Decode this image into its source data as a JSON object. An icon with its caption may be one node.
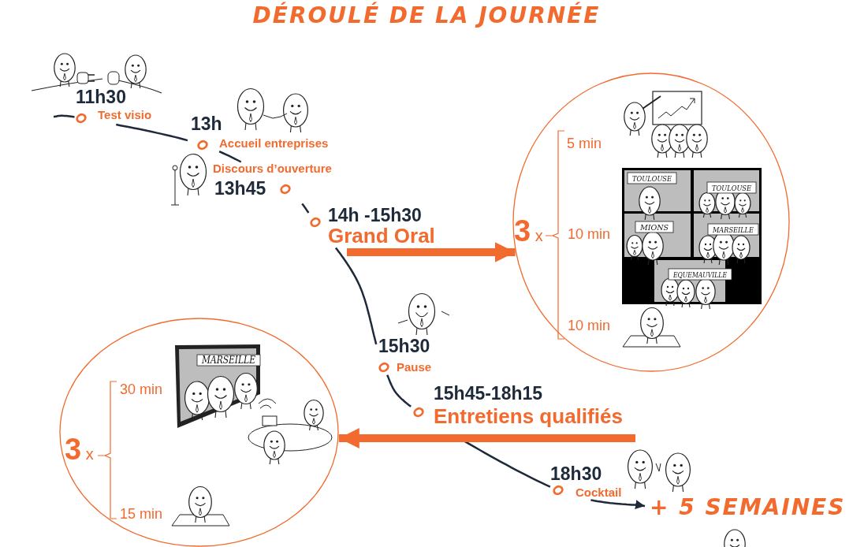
{
  "diagram": {
    "title": "DÉROULÉ DE LA JOURNÉE",
    "nodes": [
      {
        "text": [
          "11h30",
          "Test visio"
        ]
      },
      {
        "text": [
          "13h",
          "Accueil entreprises"
        ]
      },
      {
        "text": [
          "Discours d’ouverture",
          "13h45"
        ]
      },
      {
        "text": [
          "14h -15h30",
          "Grand Oral"
        ]
      },
      {
        "text": [
          "15h30",
          "Pause"
        ]
      },
      {
        "text": [
          "15h45-18h15",
          "Entretiens qualifiés"
        ]
      },
      {
        "text": [
          "18h30",
          "Cocktail"
        ]
      },
      {
        "text": [
          "+ 5 SEMAINES"
        ]
      },
      {
        "text": [
          "3 x",
          "5 min",
          "10 min",
          "10 min"
        ]
      },
      {
        "text": [
          "3 x",
          "30 min",
          "15 min"
        ]
      }
    ],
    "edges": [
      {
        "from": null,
        "to": 0,
        "arrow": "none"
      },
      {
        "from": 0,
        "to": 1,
        "arrow": "none"
      },
      {
        "from": 1,
        "to": 2,
        "arrow": "none"
      },
      {
        "from": 2,
        "to": 3,
        "arrow": "none"
      },
      {
        "from": 3,
        "to": 4,
        "arrow": "none"
      },
      {
        "from": 4,
        "to": 5,
        "arrow": "none"
      },
      {
        "from": 5,
        "to": 6,
        "arrow": "none"
      },
      {
        "from": 6,
        "to": 7,
        "arrow": "to"
      },
      {
        "from": 3,
        "to": 8,
        "arrow": "to",
        "style": "thick",
        "color": "#f26a2e"
      },
      {
        "from": 5,
        "to": 9,
        "arrow": "to",
        "style": "thick",
        "color": "#f26a2e"
      }
    ],
    "labels": [
      "TOULOUSE",
      "TOULOUSE",
      "MIONS",
      "MARSEILLE",
      "EQUEMAUVILLE",
      "MARSEILLE"
    ]
  }
}
